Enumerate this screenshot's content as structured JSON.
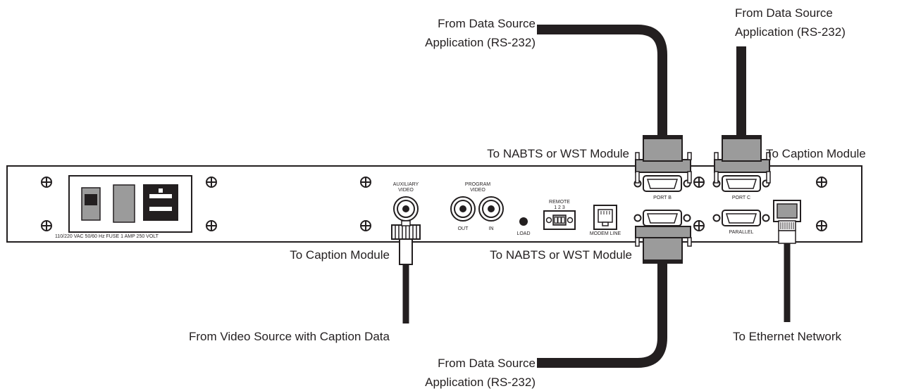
{
  "labels": {
    "top_left_source_line1": "From Data Source",
    "top_left_source_line2": "Application (RS-232)",
    "top_right_source_line1": "From Data Source",
    "top_right_source_line2": "Application (RS-232)",
    "to_nabts_top": "To NABTS or WST Module",
    "to_caption_top": "To Caption Module",
    "to_caption_bottom": "To Caption Module",
    "to_nabts_bottom": "To NABTS or WST Module",
    "from_video_source": "From Video Source with Caption Data",
    "to_ethernet": "To Ethernet Network",
    "bottom_source_line1": "From Data Source",
    "bottom_source_line2": "Application (RS-232)"
  },
  "panel": {
    "power_spec": "110/220 VAC 50/60 Hz FUSE 1 AMP 250 VOLT",
    "auxiliary_video_line1": "AUXILIARY",
    "auxiliary_video_line2": "VIDEO",
    "program_video_line1": "PROGRAM",
    "program_video_line2": "VIDEO",
    "out_label": "OUT",
    "in_label": "IN",
    "load_label": "LOAD",
    "remote_label": "REMOTE",
    "remote_pins": "1  2  3",
    "modem_line_label": "MODEM LINE",
    "port_b_label": "PORT B",
    "port_c_label": "PORT C",
    "parallel_label": "PARALLEL"
  }
}
